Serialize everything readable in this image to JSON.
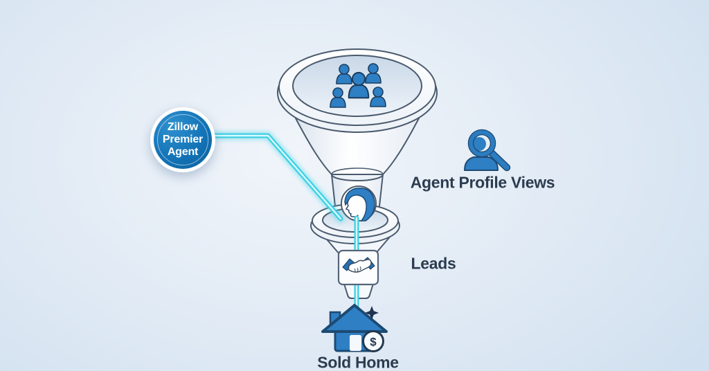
{
  "diagram": {
    "badge": {
      "line1": "Zillow",
      "line2": "Premier",
      "line3": "Agent"
    },
    "stages": [
      {
        "label": "Agent Profile Views",
        "icon": "agent-profile-search-icon"
      },
      {
        "label": "Leads",
        "icon": "handshake-icon"
      },
      {
        "label": "Sold Home",
        "icon": "sold-home-icon"
      }
    ],
    "funnel_icons": [
      "people-group-icon",
      "person-profile-icon"
    ],
    "coin_symbol": "$",
    "colors": {
      "badge_blue": "#1273b6",
      "icon_blue": "#2e7fc4",
      "icon_outline": "#1d4a73",
      "flow_cyan": "#3fd0e4",
      "flow_core": "#d9fafd",
      "label_text": "#2c3c4f",
      "funnel_outline": "#4a5a6e",
      "background_edge": "#c7d9ec",
      "background_center": "#f1f5fa"
    }
  }
}
